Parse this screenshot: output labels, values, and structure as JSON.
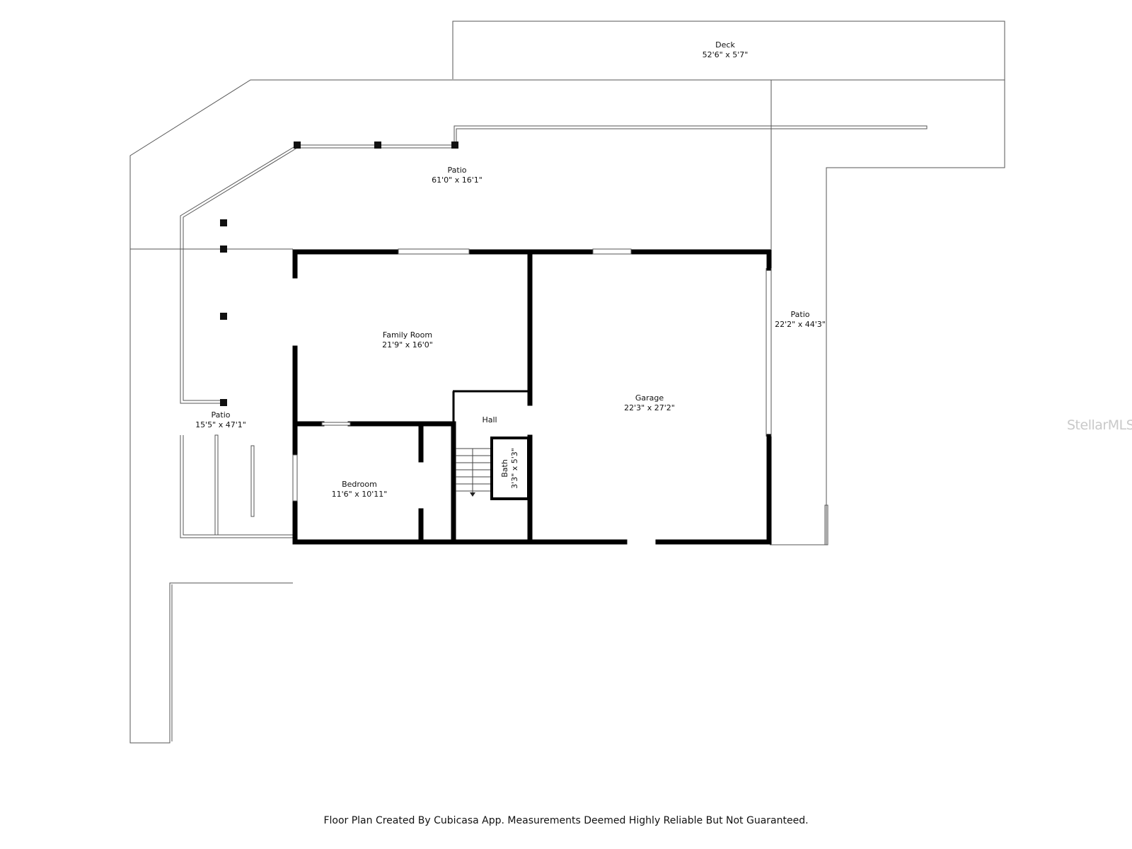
{
  "rooms": {
    "deck": {
      "name": "Deck",
      "dims": "52'6\" x 5'7\""
    },
    "patio_top": {
      "name": "Patio",
      "dims": "61'0\" x 16'1\""
    },
    "patio_left": {
      "name": "Patio",
      "dims": "15'5\" x 47'1\""
    },
    "patio_right": {
      "name": "Patio",
      "dims": "22'2\" x 44'3\""
    },
    "family_room": {
      "name": "Family Room",
      "dims": "21'9\" x 16'0\""
    },
    "garage": {
      "name": "Garage",
      "dims": "22'3\" x 27'2\""
    },
    "hall": {
      "name": "Hall"
    },
    "bedroom": {
      "name": "Bedroom",
      "dims": "11'6\" x 10'11\""
    },
    "bath": {
      "name": "Bath",
      "dims": "3'3\" x 5'3\""
    }
  },
  "footer": "Floor Plan Created By Cubicasa App. Measurements Deemed Highly Reliable But Not Guaranteed.",
  "watermark": "StellarMLS"
}
